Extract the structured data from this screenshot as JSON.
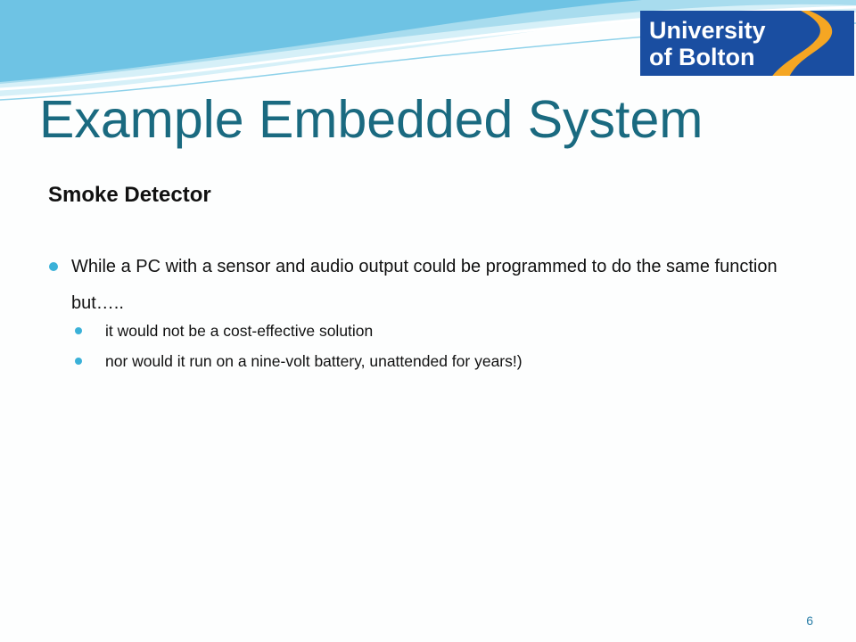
{
  "logo": {
    "line1": "University",
    "line2": "of Bolton"
  },
  "title": "Example Embedded System",
  "subtitle": "Smoke Detector",
  "bullets": [
    {
      "text": "While a PC with a sensor and audio output could be programmed to do the same function",
      "continuation": "but…..",
      "sub_bullets": [
        "it would not be a cost-effective solution",
        "nor would it run on a nine-volt battery, unattended for years!)"
      ]
    }
  ],
  "page_number": "6",
  "colors": {
    "title": "#1a6a80",
    "bullet": "#3ab1d8",
    "logo_background": "#1a4ea1",
    "logo_accent": "#f5a623",
    "wave_light": "#bfe6f3",
    "wave_mid": "#7fcce8",
    "wave_dark": "#3aa7d2"
  }
}
